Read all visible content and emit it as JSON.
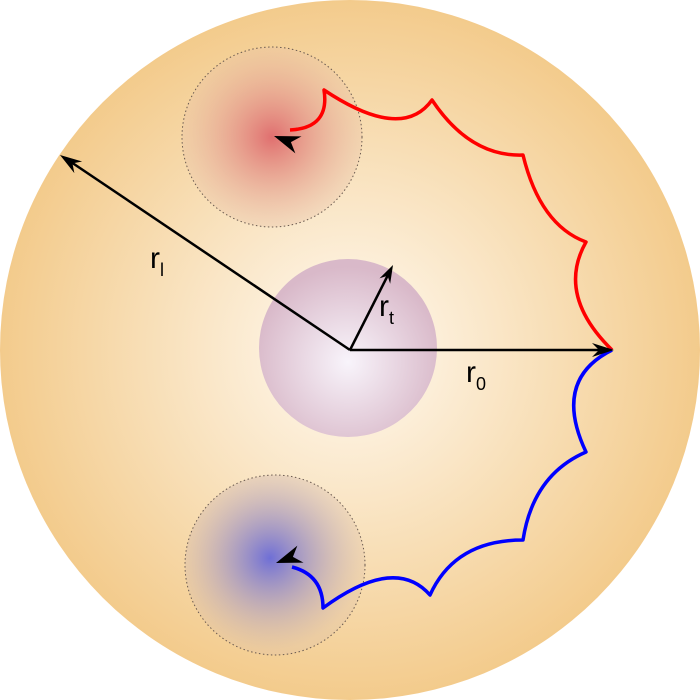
{
  "labels": {
    "r_l": {
      "main": "r",
      "sub": "l"
    },
    "r_t": {
      "main": "r",
      "sub": "t"
    },
    "r_0": {
      "main": "r",
      "sub": "0"
    }
  },
  "colors": {
    "outer_edge": "#f3cb8c",
    "outer_center": "#fffaf2",
    "core_center": "#f8f4fb",
    "core_edge": "#d9b9c9",
    "red_center": "#e06f6f",
    "blue_center": "#6f6fd6",
    "red_path": "#ff0000",
    "blue_path": "#0000ff",
    "arrows": "#000000"
  },
  "icons": {
    "arrowhead": "arrowhead-icon"
  }
}
